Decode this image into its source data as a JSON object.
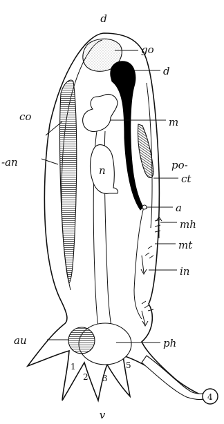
{
  "labels": {
    "d_top": "d",
    "go": "go",
    "d_right": "d",
    "co": "co",
    "an": "-an",
    "m": "m",
    "n": "n",
    "po": "po-",
    "ct": "ct",
    "a": "a",
    "mh": "mh",
    "mt": "mt",
    "in": "in",
    "au": "au",
    "ph": "ph",
    "v": "v"
  },
  "tentacle_numbers": [
    "1",
    "2",
    "3",
    "5",
    "4"
  ],
  "colors": {
    "ink": "#111111",
    "paper": "#ffffff"
  }
}
